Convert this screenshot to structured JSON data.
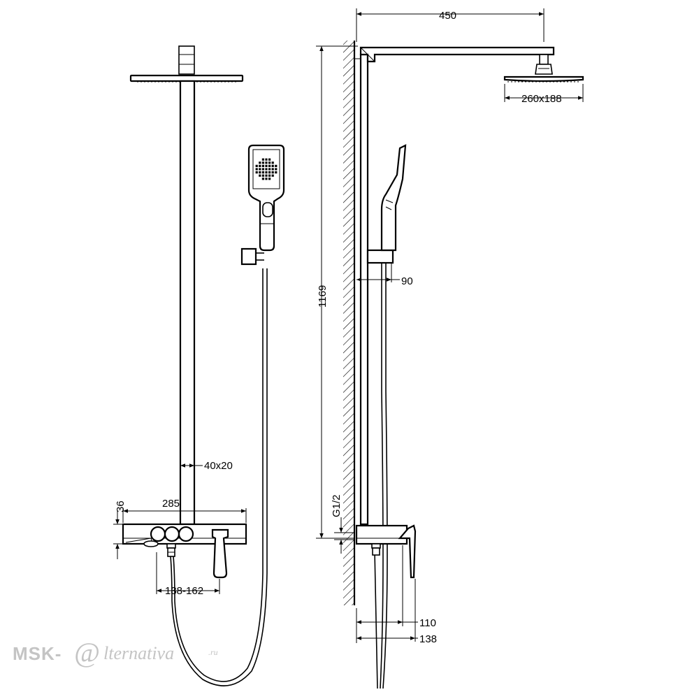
{
  "dimensions": {
    "arm_length": "450",
    "head_size": "260x188",
    "bracket_offset": "90",
    "height": "1169",
    "pipe_section": "40x20",
    "mixer_width": "285",
    "mixer_height": "36",
    "inlet_spacing": "138-162",
    "thread": "G1/2",
    "depth_mixer": "110",
    "depth_total": "138"
  },
  "watermark": {
    "brand": "MSK-",
    "at": "@",
    "rest": "lternativa",
    "tld": ".ru"
  }
}
